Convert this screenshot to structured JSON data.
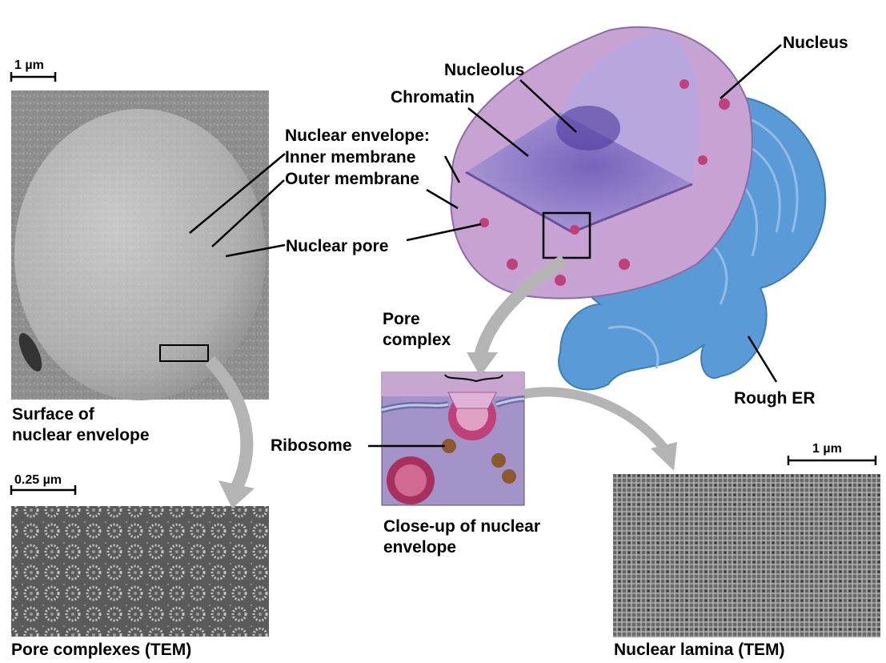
{
  "labels": {
    "nucleus": "Nucleus",
    "nucleolus": "Nucleolus",
    "chromatin": "Chromatin",
    "nuclear_envelope": "Nuclear envelope:",
    "inner_membrane": "Inner membrane",
    "outer_membrane": "Outer membrane",
    "nuclear_pore": "Nuclear pore",
    "pore_complex_line1": "Pore",
    "pore_complex_line2": "complex",
    "ribosome": "Ribosome",
    "rough_er": "Rough ER"
  },
  "captions": {
    "surface_line1": "Surface of",
    "surface_line2": "nuclear envelope",
    "pore_complexes": "Pore complexes (TEM)",
    "closeup_line1": "Close-up of nuclear",
    "closeup_line2": "envelope",
    "nuclear_lamina": "Nuclear lamina (TEM)"
  },
  "scale_bars": {
    "surface": "1 µm",
    "pore_complexes": "0.25 µm",
    "lamina": "1 µm"
  },
  "colors": {
    "nucleus_purple": "#9b87c9",
    "envelope_pink": "#c98ab8",
    "er_blue": "#5a9ad6",
    "pore_magenta": "#c0407a",
    "ribosome_brown": "#8a5a2e",
    "arrow_gray": "#b4b4b4"
  }
}
